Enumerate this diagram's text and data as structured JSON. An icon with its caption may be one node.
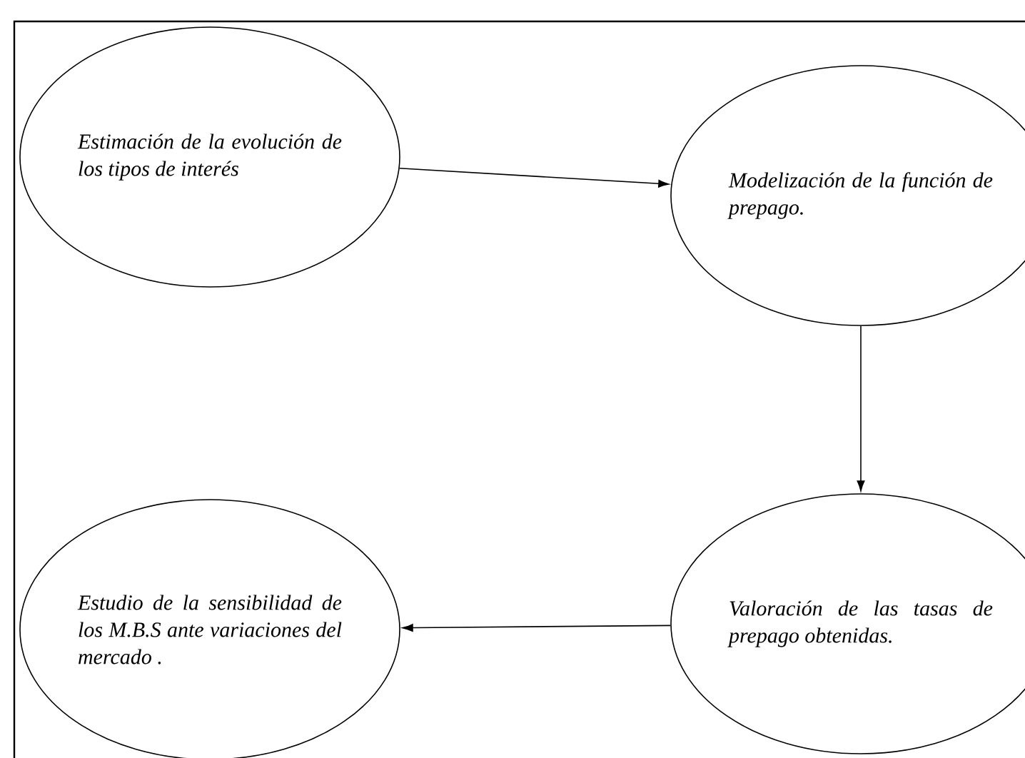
{
  "diagram": {
    "nodes": [
      {
        "text": [
          "Estimación de la evolución de los tipos de interés"
        ]
      },
      {
        "text": [
          "Modelización de la función de prepago."
        ]
      },
      {
        "text": [
          "Valoración de las tasas de prepago obtenidas."
        ]
      },
      {
        "text": [
          "Estudio de la sensibilidad de los M.B.S ante variaciones del mercado ."
        ]
      }
    ],
    "edges": [
      {
        "from": 0,
        "to": 1,
        "arrow": "to"
      },
      {
        "from": 1,
        "to": 2,
        "arrow": "to"
      },
      {
        "from": 2,
        "to": 3,
        "arrow": "to"
      }
    ]
  }
}
